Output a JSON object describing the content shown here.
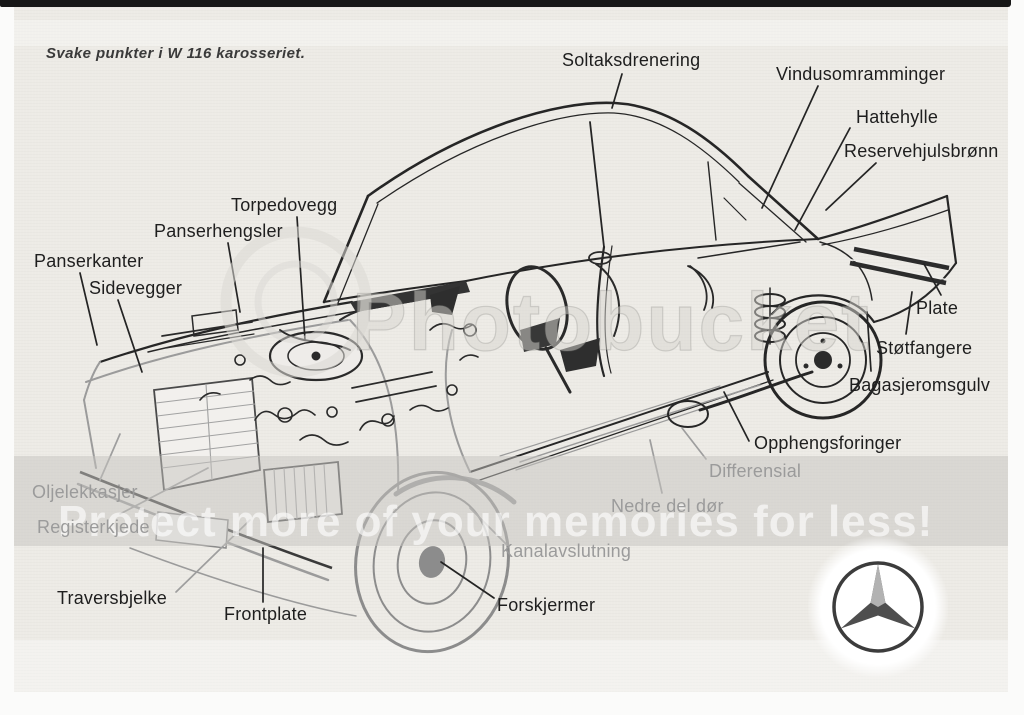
{
  "scan": {
    "title": "Svake punkter i W 116 karosseriet.",
    "watermark": {
      "logo_text": "Photobucket",
      "banner_text": "Protect more of your memories for less!"
    },
    "brand_logo": "Mercedes-Benz three-pointed star",
    "colors": {
      "paper": "#edebe6",
      "ink": "#242424",
      "muted_label": "#9b9b9b"
    },
    "callouts": [
      {
        "text": "Soltaksdrenering",
        "tone": "ink"
      },
      {
        "text": "Vindusomramminger",
        "tone": "ink"
      },
      {
        "text": "Hattehylle",
        "tone": "ink"
      },
      {
        "text": "Reservehjulsbrønn",
        "tone": "ink"
      },
      {
        "text": "Torpedovegg",
        "tone": "ink"
      },
      {
        "text": "Panserhengsler",
        "tone": "ink"
      },
      {
        "text": "Panserkanter",
        "tone": "ink"
      },
      {
        "text": "Sidevegger",
        "tone": "ink"
      },
      {
        "text": "Plate",
        "tone": "ink"
      },
      {
        "text": "Støtfangere",
        "tone": "ink"
      },
      {
        "text": "Bagasjeromsgulv",
        "tone": "ink"
      },
      {
        "text": "Opphengsforinger",
        "tone": "ink"
      },
      {
        "text": "Differensial",
        "tone": "muted"
      },
      {
        "text": "Nedre del dør",
        "tone": "muted"
      },
      {
        "text": "Oljelekkasjer",
        "tone": "muted"
      },
      {
        "text": "Registerkjede",
        "tone": "muted"
      },
      {
        "text": "Kanalavslutning",
        "tone": "muted"
      },
      {
        "text": "Traversbjelke",
        "tone": "ink"
      },
      {
        "text": "Frontplate",
        "tone": "ink"
      },
      {
        "text": "Forskjermer",
        "tone": "ink"
      }
    ]
  }
}
